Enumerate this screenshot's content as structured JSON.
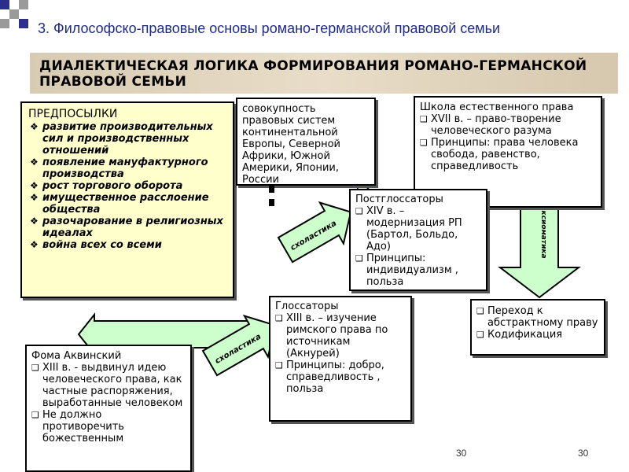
{
  "slide": {
    "title": "3. Философско-правовые основы романо-германской правовой семьи",
    "banner": "ДИАЛЕКТИЧЕСКАЯ ЛОГИКА ФОРМИРОВАНИЯ РОМАНО-ГЕРМАНСКОЙ ПРАВОВОЙ СЕМЬИ",
    "page_left": "30",
    "page_right": "30"
  },
  "premises": {
    "heading": "ПРЕДПОСЫЛКИ",
    "items": [
      "развитие производительных сил и производственных отношений",
      "появление мануфактурного производства",
      "рост торгового оборота",
      "имущественное расслоение общества",
      "разочарование в религиозных идеалах",
      "война всех со всеми"
    ]
  },
  "definition": {
    "text": "совокупность правовых систем континентальной Европы, Северной Африки, Южной Америки, Японии, России"
  },
  "natural_law": {
    "heading": "Школа естественного права",
    "items": [
      "XVII в. – право-творение человеческого разума",
      "Принципы: права человека свобода, равенство, справедливость"
    ]
  },
  "postglossators": {
    "heading": "Постглоссаторы",
    "items": [
      "XIV в. – модернизация РП (Бартол, Больдо, Адо)",
      "Принципы: индивидуализм , польза"
    ]
  },
  "abstract": {
    "items": [
      "Переход к абстрактному праву",
      "Кодификация"
    ]
  },
  "glossators": {
    "heading": "Глоссаторы",
    "items": [
      "XIII в. – изучение римского права по источникам (Акнурей)",
      "Принципы: добро, справедливость , польза"
    ]
  },
  "aquinas": {
    "heading": "Фома Аквинский",
    "items": [
      "XIII в. - выдвинул идею человеческого права, как частные распоряжения, выработанные человеком",
      "Не должно противоречить божественным"
    ]
  },
  "arrows": {
    "scholastics_upper": "схоластика",
    "scholastics_lower": "схоластика",
    "axiomatics": "аксиоматика"
  },
  "colors": {
    "arrow_fill": "#ccffcc",
    "premises_bg": "#ffffcc",
    "title_color": "#1f2a88",
    "deco_blue": "#2a2f8c",
    "deco_grey": "#9a9a9a"
  }
}
